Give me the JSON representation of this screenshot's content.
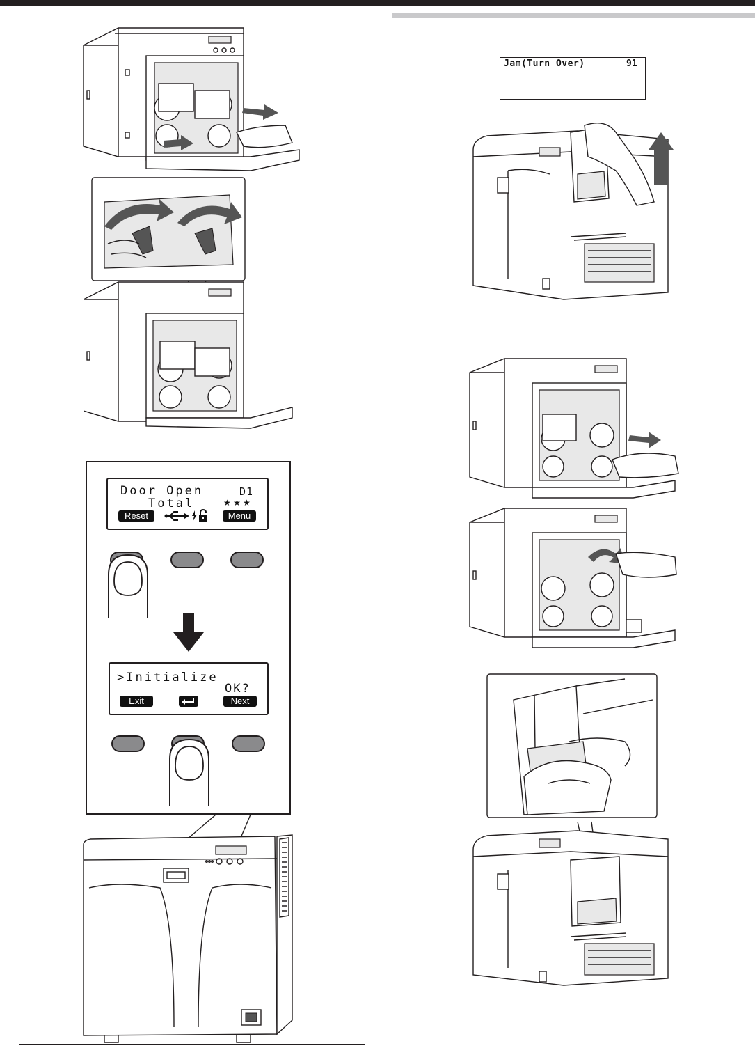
{
  "lcd_door_open": {
    "line1": "Door Open",
    "code": "D1",
    "line2": "Total",
    "stars": "★ ★ ★",
    "key_left": "Reset",
    "key_right": "Menu"
  },
  "lcd_initialize": {
    "line1": ">Initialize",
    "line2": "OK?",
    "key_left": "Exit",
    "key_right": "Next"
  },
  "lcd_jam": {
    "message": "Jam(Turn Over)",
    "code": "91"
  },
  "icons": [
    "usb-icon",
    "lock-icon",
    "enter-icon",
    "down-arrow-icon"
  ]
}
